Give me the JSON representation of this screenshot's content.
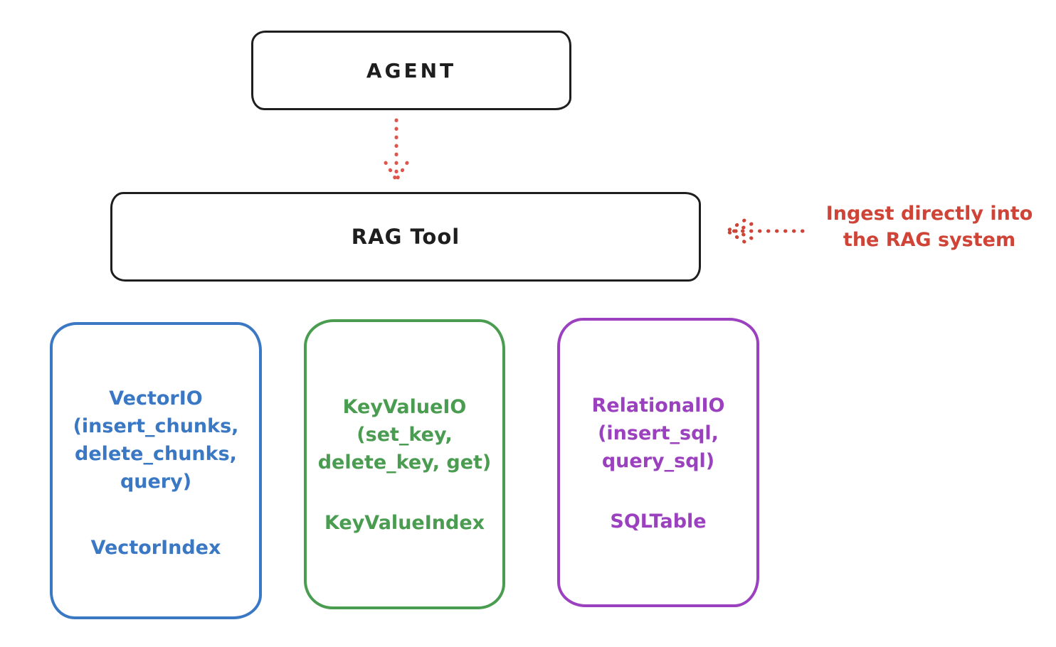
{
  "diagram": {
    "agent": {
      "label": "AGENT"
    },
    "rag_tool": {
      "label": "RAG Tool"
    },
    "annotation": {
      "text": "Ingest directly into\nthe RAG system",
      "color": "#cf4437"
    },
    "arrows": {
      "agent_to_rag": {
        "description": "dotted arrow pointing down from AGENT to RAG Tool",
        "color": "#e0554b"
      },
      "ingest_into_rag": {
        "description": "dotted arrow pointing left into RAG Tool",
        "color": "#cf4437"
      }
    },
    "stores": [
      {
        "title": "VectorIO\n(insert_chunks,\ndelete_chunks,\nquery)",
        "index": "VectorIndex",
        "color": "#3b78c4"
      },
      {
        "title": "KeyValueIO\n(set_key,\ndelete_key, get)",
        "index": "KeyValueIndex",
        "color": "#4a9d50"
      },
      {
        "title": "RelationalIO\n(insert_sql,\nquery_sql)",
        "index": "SQLTable",
        "color": "#9b41bf"
      }
    ],
    "stroke_color": "#1e1e1e",
    "background": "#ffffff"
  }
}
